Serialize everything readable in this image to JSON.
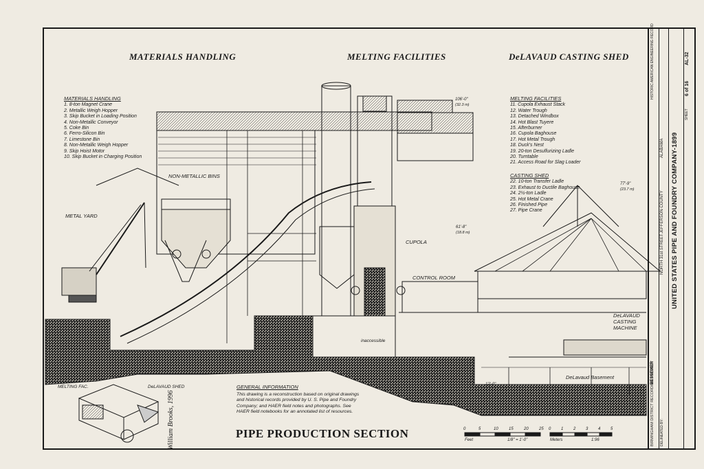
{
  "headers": {
    "materials": "MATERIALS HANDLING",
    "melting": "MELTING FACILITIES",
    "casting": "DeLAVAUD CASTING SHED"
  },
  "legend_materials": {
    "title": "MATERIALS HANDLING",
    "items": [
      "1. 8-ton Magnet Crane",
      "2. Metallic Weigh Hopper",
      "3. Skip Bucket in Loading Position",
      "4. Non-Metallic Conveyor",
      "5. Coke Bin",
      "6. Ferro-Silicon Bin",
      "7. Limestone Bin",
      "8. Non-Metallic Weigh Hopper",
      "9. Skip Hoist Motor",
      "10. Skip Bucket in Charging Position"
    ]
  },
  "legend_melting": {
    "title": "MELTING FACILITIES",
    "items": [
      "11. Cupola Exhaust Stack",
      "12. Water Trough",
      "13. Detached Windbox",
      "14. Hot Blast Tuyere",
      "15. Afterburner",
      "16. Cupola Baghouse",
      "17. Hot Metal Trough",
      "18. Duck's Nest",
      "19. 20-ton Desulfurizing Ladle",
      "20. Turntable",
      "21. Access Road for Slag Loader"
    ]
  },
  "legend_casting": {
    "title": "CASTING SHED",
    "items": [
      "22. 10-ton Transfer Ladle",
      "23. Exhaust to Ductile Baghouse",
      "24. 2½-ton Ladle",
      "25. Hot Metal Crane",
      "26. Finished Pipe",
      "27. Pipe Crane"
    ]
  },
  "labels": {
    "non_metallic_bins": "NON-METALLIC BINS",
    "metal_yard": "METAL YARD",
    "cupola": "CUPOLA",
    "control_room": "CONTROL ROOM",
    "inaccessible": "inaccessible",
    "delavaud_machine": "DeLAVAUD CASTING MACHINE",
    "delavaud_basement": "DeLavaud Basement",
    "melting_fac": "MELTING FAC.",
    "delavaud_shed": "DeLAVAUD SHED",
    "elev_top": "106'-0\"",
    "elev_top_sub": "(32.3 m)",
    "elev_mid": "61'-8\"",
    "elev_mid_sub": "(18.8 m)",
    "elev_shed": "77'-9\"",
    "elev_shed_sub": "(23.7 m)",
    "elev_base": "12'-0\""
  },
  "general": {
    "title": "GENERAL INFORMATION",
    "text": "This drawing is a reconstruction based on original drawings and historical records provided by U. S. Pipe and Foundry Company; and HAER field notes and photographs. See HAER field notebooks for an annotated list of resources."
  },
  "title": "PIPE PRODUCTION SECTION",
  "delineator": "William Brooks, 1996",
  "scales": {
    "feet_label": "Feet",
    "feet_ratio": "1/8\" = 1'-0\"",
    "meters_label": "Meters",
    "meters_ratio": "1:96",
    "feet_ticks": [
      "0",
      "5",
      "10",
      "15",
      "20",
      "25"
    ],
    "meter_ticks": [
      "0",
      "1",
      "2",
      "3",
      "4",
      "5"
    ]
  },
  "titleblock": {
    "project": "UNITED STATES PIPE AND FOUNDRY COMPANY-1899",
    "address": "NORTH 31st STREET",
    "county": "JEFFERSON COUNTY",
    "state": "ALABAMA",
    "city": "BESSEMER",
    "program": "BIRMINGHAM DISTRICT RECORDING PROJECT",
    "delineated_by": "DELINEATED BY:",
    "survey": "HISTORIC AMERICAN ENGINEERING RECORD",
    "sheet": "SHEET",
    "sheet_num": "6 of 16",
    "haer_no": "AL-32"
  }
}
